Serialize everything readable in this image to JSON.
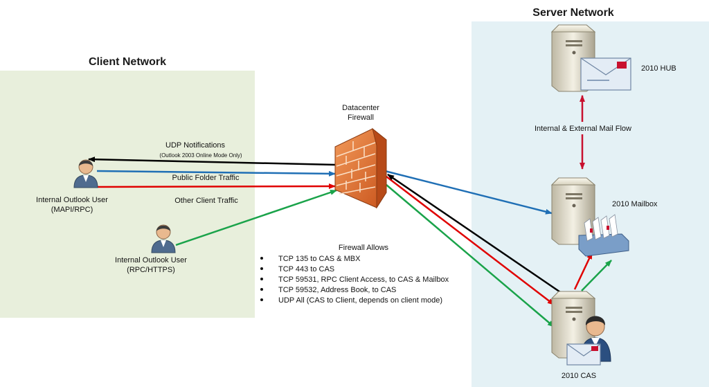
{
  "zones": {
    "client": {
      "title": "Client Network",
      "fill": "#e8efdc"
    },
    "server": {
      "title": "Server Network",
      "fill": "#e4f1f5"
    }
  },
  "nodes": {
    "user_mapi": {
      "label": [
        "Internal Outlook User",
        "(MAPI/RPC)"
      ]
    },
    "user_https": {
      "label": [
        "Internal Outlook User",
        "(RPC/HTTPS)"
      ]
    },
    "firewall": {
      "label": [
        "Datacenter",
        "Firewall"
      ]
    },
    "hub": {
      "label": "2010 HUB"
    },
    "mailbox": {
      "label": "2010 Mailbox"
    },
    "cas": {
      "label": "2010 CAS"
    }
  },
  "edges": {
    "udp": {
      "label": "UDP Notifications",
      "sublabel": "(Outlook 2003 Online Mode Only)",
      "color": "#000000"
    },
    "public_folder": {
      "label": "Public Folder Traffic",
      "color": "#1f6fb5"
    },
    "other_client": {
      "label": "Other Client Traffic",
      "color": "#e00000"
    },
    "https": {
      "color": "#1aa34a"
    },
    "mail_flow": {
      "label": "Internal & External Mail Flow",
      "color": "#c8102e"
    }
  },
  "firewall_rules": {
    "title": "Firewall Allows",
    "items": [
      "TCP 135 to CAS & MBX",
      "TCP 443 to CAS",
      "TCP 59531, RPC Client Access, to CAS & Mailbox",
      "TCP 59532, Address Book, to CAS",
      "UDP All (CAS to Client, depends on client mode)"
    ]
  }
}
